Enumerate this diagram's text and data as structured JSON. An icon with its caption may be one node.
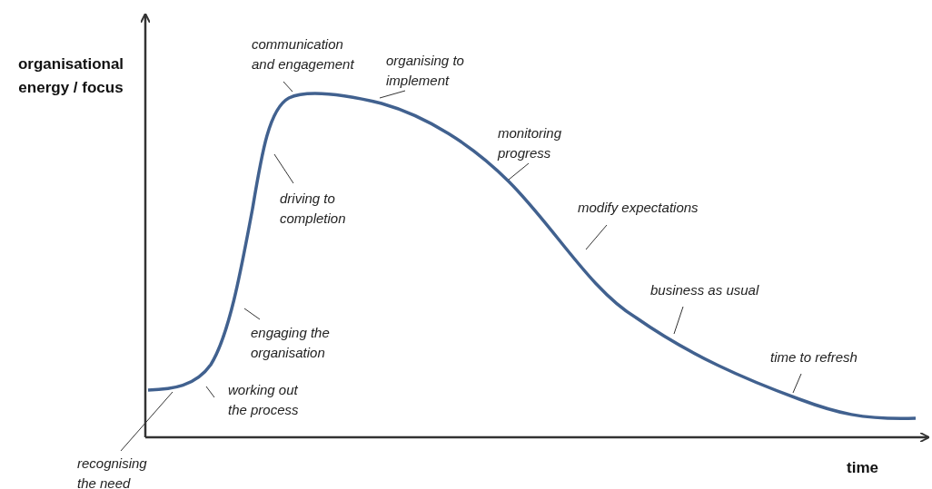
{
  "diagram": {
    "nodes": [
      {
        "text": [
          "communication and engagement"
        ]
      },
      {
        "text": [
          "organising to implement"
        ]
      },
      {
        "text": [
          "monitoring progress"
        ]
      },
      {
        "text": [
          "driving to completion"
        ]
      },
      {
        "text": [
          "modify expectations"
        ]
      },
      {
        "text": [
          "business as usual"
        ]
      },
      {
        "text": [
          "engaging the organisation"
        ]
      },
      {
        "text": [
          "time to refresh"
        ]
      },
      {
        "text": [
          "working out the process"
        ]
      },
      {
        "text": [
          "recognising the need"
        ]
      }
    ],
    "edges": [
      {
        "from": 0,
        "to": null,
        "arrow": "none"
      },
      {
        "from": 1,
        "to": null,
        "arrow": "none"
      },
      {
        "from": 2,
        "to": null,
        "arrow": "none"
      },
      {
        "from": 3,
        "to": null,
        "arrow": "none"
      },
      {
        "from": 4,
        "to": null,
        "arrow": "none"
      },
      {
        "from": 5,
        "to": null,
        "arrow": "none"
      },
      {
        "from": 6,
        "to": null,
        "arrow": "none"
      },
      {
        "from": 7,
        "to": null,
        "arrow": "none"
      },
      {
        "from": 8,
        "to": null,
        "arrow": "none"
      },
      {
        "from": 9,
        "to": null,
        "arrow": "none"
      }
    ],
    "labels": [
      "organisational energy / focus",
      "time"
    ]
  }
}
